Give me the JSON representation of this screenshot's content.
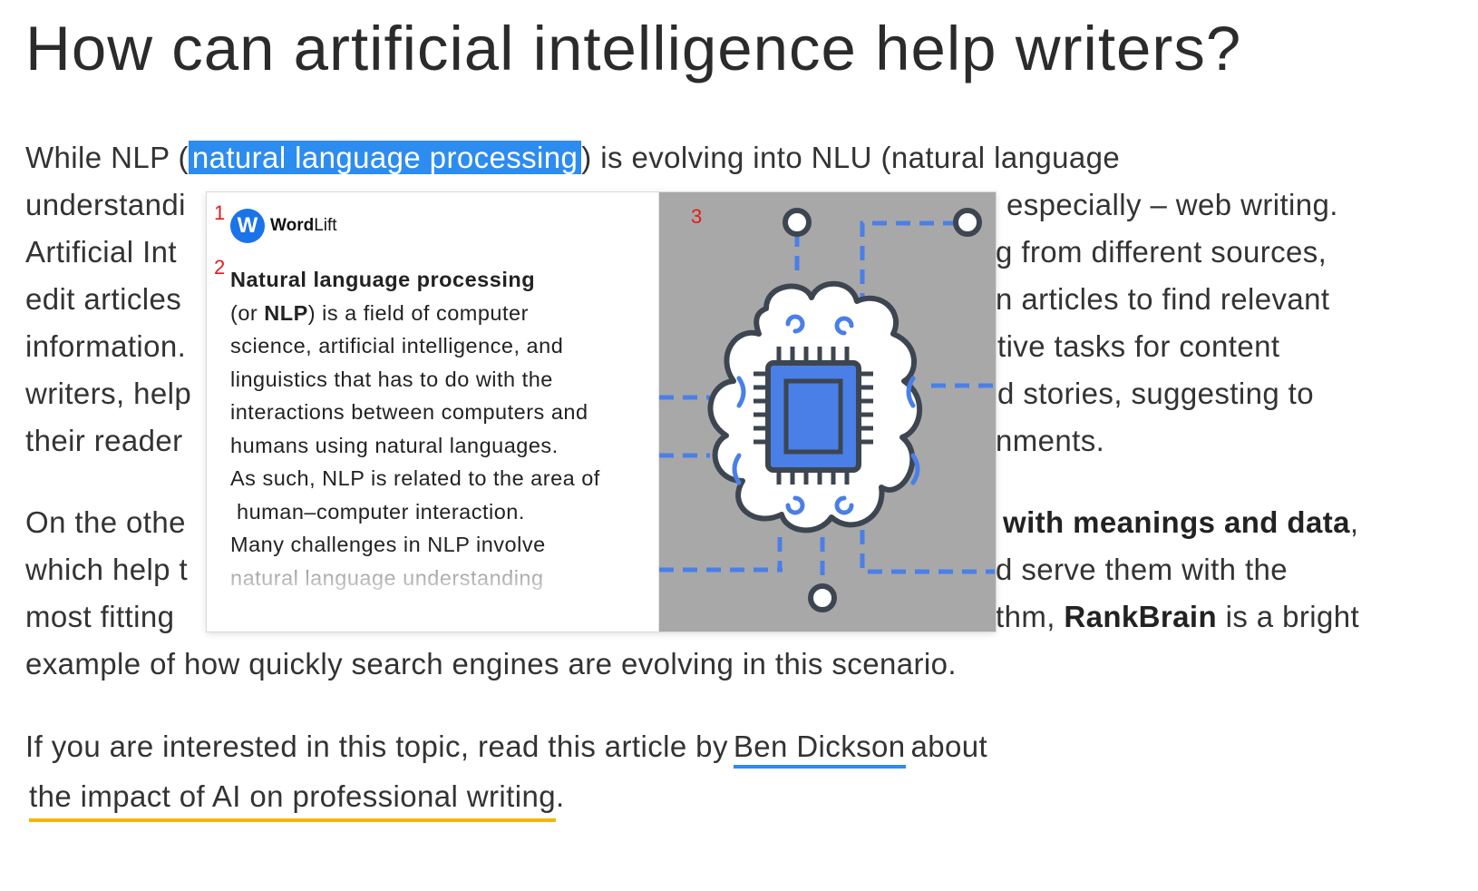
{
  "article": {
    "title": "How can artificial intelligence help writers?",
    "p1": {
      "l1_pre": "While NLP (",
      "l1_hl": "natural language processing",
      "l1_post": ") is evolving into NLU (natural language",
      "l2_left": "understandi",
      "l2_right": "especially – web writing.",
      "l3_left": "Artificial Int",
      "l3_right": "g from different sources,",
      "l4_left": "edit articles",
      "l4_right": "n articles to find relevant",
      "l5_left": "information.",
      "l5_right": "tive tasks for content",
      "l6_left": "writers, help",
      "l6_right": "d stories, suggesting to",
      "l7_left": "their reader",
      "l7_right": "nments."
    },
    "p2": {
      "l1_left": "On the othe",
      "l1_right_bold": "with meanings and data",
      "l1_right_post": ",",
      "l2_left": "which help t",
      "l2_right": "d serve them with the",
      "l3_left": "most fitting",
      "l3_right_pre": "thm, ",
      "l3_right_bold": "RankBrain",
      "l3_right_post": " is a bright",
      "l4": "example of how quickly search engines are evolving in this scenario."
    },
    "p3": {
      "l1_pre": "If you are interested in this topic, read this article by",
      "l1_link": "Ben Dickson",
      "l1_post": "about",
      "l2_link": "the impact of AI on professional writing",
      "l2_post": "."
    }
  },
  "popup": {
    "markers": [
      "1",
      "2",
      "3"
    ],
    "brand_logo_letter": "W",
    "brand_word": "Word",
    "brand_lift": "Lift",
    "term": "Natural language processing",
    "def_lines": {
      "l1_pre": "(or ",
      "l1_bold": "NLP",
      "l1_post": ") is a field of computer",
      "l2": "science, artificial intelligence, and",
      "l3": "linguistics that has to do with the",
      "l4": "interactions between computers and",
      "l5": "humans using natural languages.",
      "l6": "As such, NLP is related to the area of",
      "l7": " human–computer interaction.",
      "l8": "Many challenges in NLP involve",
      "l9": "natural language understanding"
    },
    "image_icon": "ai-brain-chip-icon",
    "colors": {
      "accent": "#2d8cf0",
      "image_bg": "#a8a8a8",
      "chip": "#4a7fe8",
      "outline": "#3d4650"
    }
  }
}
